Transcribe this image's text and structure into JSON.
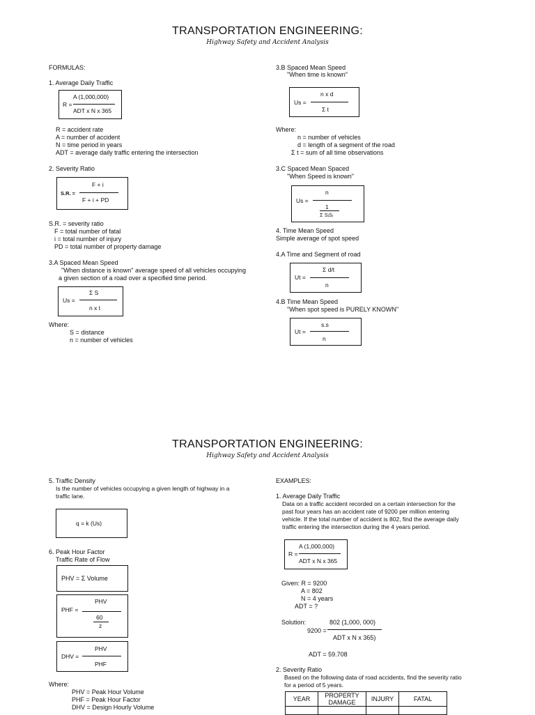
{
  "page1": {
    "title": "TRANSPORTATION ENGINEERING:",
    "subtitle": "Highway Safety and Accident Analysis",
    "formulas_heading": "FORMULAS:",
    "adt": {
      "heading": "1. Average Daily Traffic",
      "lhs": "R =",
      "num": "A (1,000,000)",
      "den": "ADT x N x 365",
      "defs": [
        "R = accident rate",
        "A = number of accident",
        "N = time period in years",
        "ADT = average daily traffic entering the intersection"
      ]
    },
    "severity": {
      "heading": "2. Severity Ratio",
      "lhs": "S.R. =",
      "num": "F + i",
      "den": "F + i + PD",
      "defs": [
        "S.R. = severity ratio",
        "F = total number of fatal",
        "i = total number of injury",
        "PD = total number of property damage"
      ]
    },
    "sms_a": {
      "heading": "3.A Spaced Mean Speed",
      "desc1": "\"When distance is known\" average speed of all vehicles occupying",
      "desc2": "a given section of a road over a specified time period.",
      "lhs": "Us =",
      "num": "Σ S",
      "den": "n x t",
      "where": "Where:",
      "defs": [
        "S = distance",
        "n = number of vehicles"
      ]
    },
    "sms_b": {
      "heading": "3.B Spaced Mean Speed",
      "desc": "\"When time is known\"",
      "lhs": "Us =",
      "num": "n x d",
      "den": "Σ t",
      "where": "Where:",
      "defs": [
        "n = number of vehicles",
        "d = length of a segment of the road",
        "Σ t  = sum of all time observations"
      ]
    },
    "sms_c": {
      "heading": "3.C Spaced Mean Spaced",
      "desc": "\"When Speed is known\"",
      "lhs": "Us =",
      "num": "n",
      "inner_num": "1",
      "inner_den": "Σ SᵢSᵢ"
    },
    "tms": {
      "heading": "4. Time Mean Speed",
      "desc": "Simple average of spot speed"
    },
    "tms_a": {
      "heading": "4.A Time and Segment of road",
      "lhs": "Ut =",
      "num": "Σ d/t",
      "den": "n"
    },
    "tms_b": {
      "heading": "4.B Time Mean Speed",
      "desc": "\"When spot speed is PURELY KNOWN\"",
      "lhs": "Ut =",
      "num": "s.s",
      "den": "n"
    }
  },
  "page2": {
    "title": "TRANSPORTATION ENGINEERING:",
    "subtitle": "Highway Safety and Accident Analysis",
    "density": {
      "heading": "5. Traffic Density",
      "desc1": "Is the number of vehicles occupying a given length of highway in a",
      "desc2": "traffic lane.",
      "formula": "q = k (Us)"
    },
    "phf": {
      "heading": "6. Peak Hour Factor",
      "sub": "Traffic Rate of Flow",
      "phv": "PHV = Σ Volume",
      "phf_lhs": "PHF =",
      "phf_num": "PHV",
      "phf_inner_num": "60",
      "phf_inner_den": "z",
      "dhv_lhs": "DHV =",
      "dhv_num": "PHV",
      "dhv_den": "PHF",
      "where": "Where:",
      "defs": [
        "PHV = Peak Hour Volume",
        "PHF = Peak Hour Factor",
        "DHV = Design Hourly Volume"
      ]
    },
    "examples": {
      "heading": "EXAMPLES:",
      "ex1_heading": "1. Average Daily Traffic",
      "ex1_lines": [
        "Data on a traffic accident recorded on a certain intersection for the",
        "past four years has an accident rate of 9200 per million entering",
        "vehicle. If the total number of accident is 802, find the average daily",
        "traffic entering the intersection during the 4 years period."
      ],
      "ex1_lhs": "R =",
      "ex1_num": "A (1,000,000)",
      "ex1_den": "ADT x N x 365",
      "given_label": "Given: R = 9200",
      "given": [
        "A = 802",
        "N = 4 years",
        "ADT = ?"
      ],
      "solution_label": "Solution:",
      "sol_num": "802 (1,000, 000)",
      "sol_lhs": "9200 =",
      "sol_den": "ADT x N x 365)",
      "answer": "ADT = 59.708",
      "ex2_heading": "2. Severity Ratio",
      "ex2_line1": "Based on the following data of road accidents, find the severity ratio",
      "ex2_line2": "for a period of 5 years.",
      "table_headers": [
        "YEAR",
        "PROPERTY\nDAMAGE",
        "INJURY",
        "FATAL"
      ]
    }
  }
}
